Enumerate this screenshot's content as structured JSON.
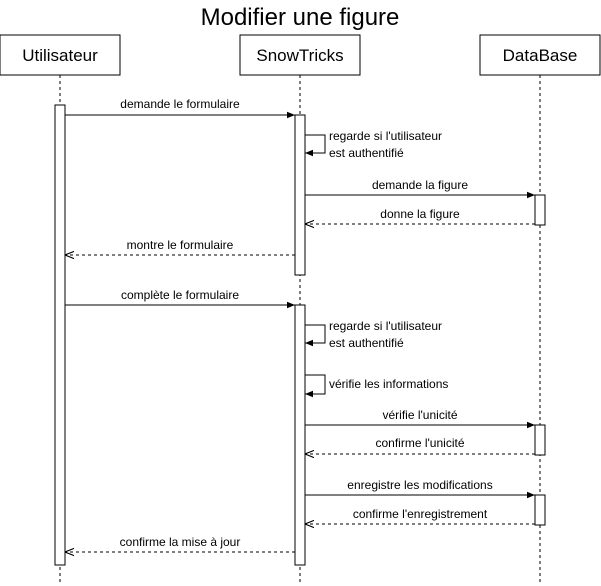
{
  "title": "Modifier une figure",
  "participants": [
    {
      "id": "user",
      "label": "Utilisateur"
    },
    {
      "id": "app",
      "label": "SnowTricks"
    },
    {
      "id": "db",
      "label": "DataBase"
    }
  ],
  "messages": [
    {
      "from": "user",
      "to": "app",
      "kind": "sync",
      "lines": [
        "demande le formulaire"
      ]
    },
    {
      "from": "app",
      "to": "app",
      "kind": "self",
      "lines": [
        "regarde si l'utilisateur",
        "est authentifié"
      ]
    },
    {
      "from": "app",
      "to": "db",
      "kind": "sync",
      "lines": [
        "demande la figure"
      ]
    },
    {
      "from": "db",
      "to": "app",
      "kind": "reply",
      "lines": [
        "donne la figure"
      ]
    },
    {
      "from": "app",
      "to": "user",
      "kind": "reply",
      "lines": [
        "montre le formulaire"
      ]
    },
    {
      "from": "user",
      "to": "app",
      "kind": "sync",
      "lines": [
        "complète le formulaire"
      ]
    },
    {
      "from": "app",
      "to": "app",
      "kind": "self",
      "lines": [
        "regarde si l'utilisateur",
        "est authentifié"
      ]
    },
    {
      "from": "app",
      "to": "app",
      "kind": "self",
      "lines": [
        "vérifie les informations"
      ]
    },
    {
      "from": "app",
      "to": "db",
      "kind": "sync",
      "lines": [
        "vérifie l'unicité"
      ]
    },
    {
      "from": "db",
      "to": "app",
      "kind": "reply",
      "lines": [
        "confirme l'unicité"
      ]
    },
    {
      "from": "app",
      "to": "db",
      "kind": "sync",
      "lines": [
        "enregistre les modifications"
      ]
    },
    {
      "from": "db",
      "to": "app",
      "kind": "reply",
      "lines": [
        "confirme l'enregistrement"
      ]
    },
    {
      "from": "app",
      "to": "user",
      "kind": "reply",
      "lines": [
        "confirme la mise à jour"
      ]
    }
  ]
}
